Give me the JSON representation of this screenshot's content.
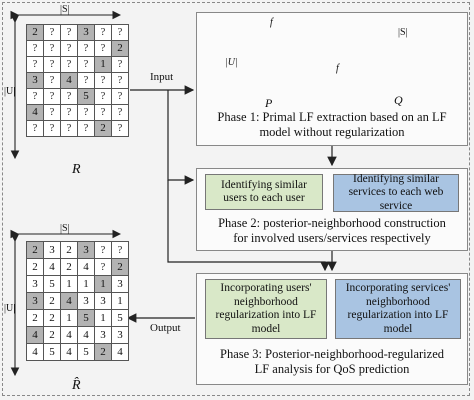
{
  "input_matrix": {
    "label": "R",
    "col_dim": "|S|",
    "row_dim": "|U|",
    "cells": [
      [
        "2",
        "?",
        "?",
        "3",
        "?",
        "?"
      ],
      [
        "?",
        "?",
        "?",
        "?",
        "?",
        "2"
      ],
      [
        "?",
        "?",
        "?",
        "?",
        "1",
        "?"
      ],
      [
        "3",
        "?",
        "4",
        "?",
        "?",
        "?"
      ],
      [
        "?",
        "?",
        "?",
        "5",
        "?",
        "?"
      ],
      [
        "4",
        "?",
        "?",
        "?",
        "?",
        "?"
      ],
      [
        "?",
        "?",
        "?",
        "?",
        "2",
        "?"
      ]
    ],
    "gray": [
      [
        0,
        0
      ],
      [
        0,
        3
      ],
      [
        1,
        5
      ],
      [
        2,
        4
      ],
      [
        3,
        0
      ],
      [
        3,
        2
      ],
      [
        4,
        3
      ],
      [
        5,
        0
      ],
      [
        6,
        4
      ]
    ]
  },
  "output_matrix": {
    "label": "R̂",
    "col_dim": "|S|",
    "row_dim": "|U|",
    "cells": [
      [
        "2",
        "3",
        "2",
        "3",
        "?",
        "?"
      ],
      [
        "2",
        "4",
        "2",
        "4",
        "?",
        "2"
      ],
      [
        "3",
        "5",
        "1",
        "1",
        "1",
        "3"
      ],
      [
        "3",
        "2",
        "4",
        "3",
        "3",
        "1"
      ],
      [
        "2",
        "2",
        "1",
        "5",
        "1",
        "5"
      ],
      [
        "4",
        "2",
        "4",
        "4",
        "3",
        "3"
      ],
      [
        "4",
        "5",
        "4",
        "5",
        "2",
        "4"
      ]
    ],
    "gray": [
      [
        0,
        0
      ],
      [
        0,
        3
      ],
      [
        1,
        5
      ],
      [
        2,
        4
      ],
      [
        3,
        0
      ],
      [
        3,
        2
      ],
      [
        4,
        3
      ],
      [
        5,
        0
      ],
      [
        6,
        4
      ]
    ]
  },
  "flow": {
    "input_label": "Input",
    "output_label": "Output"
  },
  "phase1": {
    "P": {
      "label": "P",
      "row_dim": "|U|",
      "col_dim": "f"
    },
    "Q": {
      "label": "Q",
      "row_dim": "f",
      "col_dim": "|S|"
    },
    "text_line1": "Phase 1: Primal LF extraction based on an LF",
    "text_line2": "model without regularization"
  },
  "phase2": {
    "left_box": "Identifying similar users to each user",
    "right_box": "Identifying similar services to each web service",
    "text_line1": "Phase 2: posterior-neighborhood construction",
    "text_line2": "for involved users/services respectively"
  },
  "phase3": {
    "left_box": "Incorporating users' neighborhood regularization into LF model",
    "right_box": "Incorporating services' neighborhood regularization into LF model",
    "text_line1": "Phase 3: Posterior-neighborhood-regularized",
    "text_line2": "LF analysis for QoS prediction"
  },
  "colors": {
    "grid_green": "#d9e8c8",
    "grid_blue": "#a9c4e2",
    "cell_gray": "#b3b3b3"
  }
}
